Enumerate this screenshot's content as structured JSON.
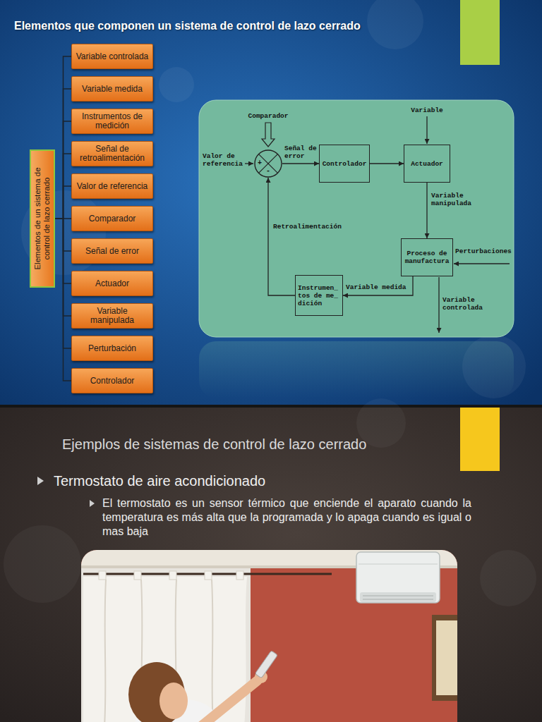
{
  "diagram": {
    "title": "Elementos que componen un sistema de control de lazo cerrado",
    "nodes": [
      {
        "text": [
          "Elementos de un sistema de control de lazo cerrado"
        ]
      },
      {
        "text": [
          "Variable controlada"
        ]
      },
      {
        "text": [
          "Variable medida"
        ]
      },
      {
        "text": [
          "Instrumentos de medición"
        ]
      },
      {
        "text": [
          "Señal de retroalimentación"
        ]
      },
      {
        "text": [
          "Valor de referencia"
        ]
      },
      {
        "text": [
          "Comparador"
        ]
      },
      {
        "text": [
          "Señal de error"
        ]
      },
      {
        "text": [
          "Actuador"
        ]
      },
      {
        "text": [
          "Variable manipulada"
        ]
      },
      {
        "text": [
          "Perturbación"
        ]
      },
      {
        "text": [
          "Controlador"
        ]
      },
      {
        "text": [
          "+",
          "-"
        ]
      },
      {
        "text": [
          "Controlador"
        ]
      },
      {
        "text": [
          "Actuador"
        ]
      },
      {
        "text": [
          "Proceso de manufactura"
        ]
      },
      {
        "text": [
          "Instrumen_ tos de me_ dición"
        ]
      }
    ],
    "edges": [
      {
        "from": 0,
        "to": 1,
        "arrow": "none"
      },
      {
        "from": 0,
        "to": 2,
        "arrow": "none"
      },
      {
        "from": 0,
        "to": 3,
        "arrow": "none"
      },
      {
        "from": 0,
        "to": 4,
        "arrow": "none"
      },
      {
        "from": 0,
        "to": 5,
        "arrow": "none"
      },
      {
        "from": 0,
        "to": 6,
        "arrow": "none"
      },
      {
        "from": 0,
        "to": 7,
        "arrow": "none"
      },
      {
        "from": 0,
        "to": 8,
        "arrow": "none"
      },
      {
        "from": 0,
        "to": 9,
        "arrow": "none"
      },
      {
        "from": 0,
        "to": 10,
        "arrow": "none"
      },
      {
        "from": 0,
        "to": 11,
        "arrow": "none"
      },
      {
        "from": 12,
        "to": 13,
        "label": "Señal de error",
        "arrow": "to"
      },
      {
        "from": 13,
        "to": 14,
        "arrow": "to"
      },
      {
        "from": 14,
        "to": 15,
        "label": "Variable manipulada",
        "arrow": "to"
      },
      {
        "from": 15,
        "to": 16,
        "label": "Variable medida",
        "arrow": "to"
      },
      {
        "from": 16,
        "to": 12,
        "label": "Retroalimentación",
        "arrow": "to"
      }
    ],
    "labels": [
      "Comparador",
      "Valor de referencia",
      "Variable",
      "Perturbaciones",
      "Variable controlada",
      "Ejemplos de sistemas de control de lazo cerrado",
      "Termostato de aire acondicionado",
      "El termostato es un sensor térmico que enciende el aparato cuando la temperatura es más alta que la programada y lo apaga cuando es igual o mas baja"
    ]
  }
}
